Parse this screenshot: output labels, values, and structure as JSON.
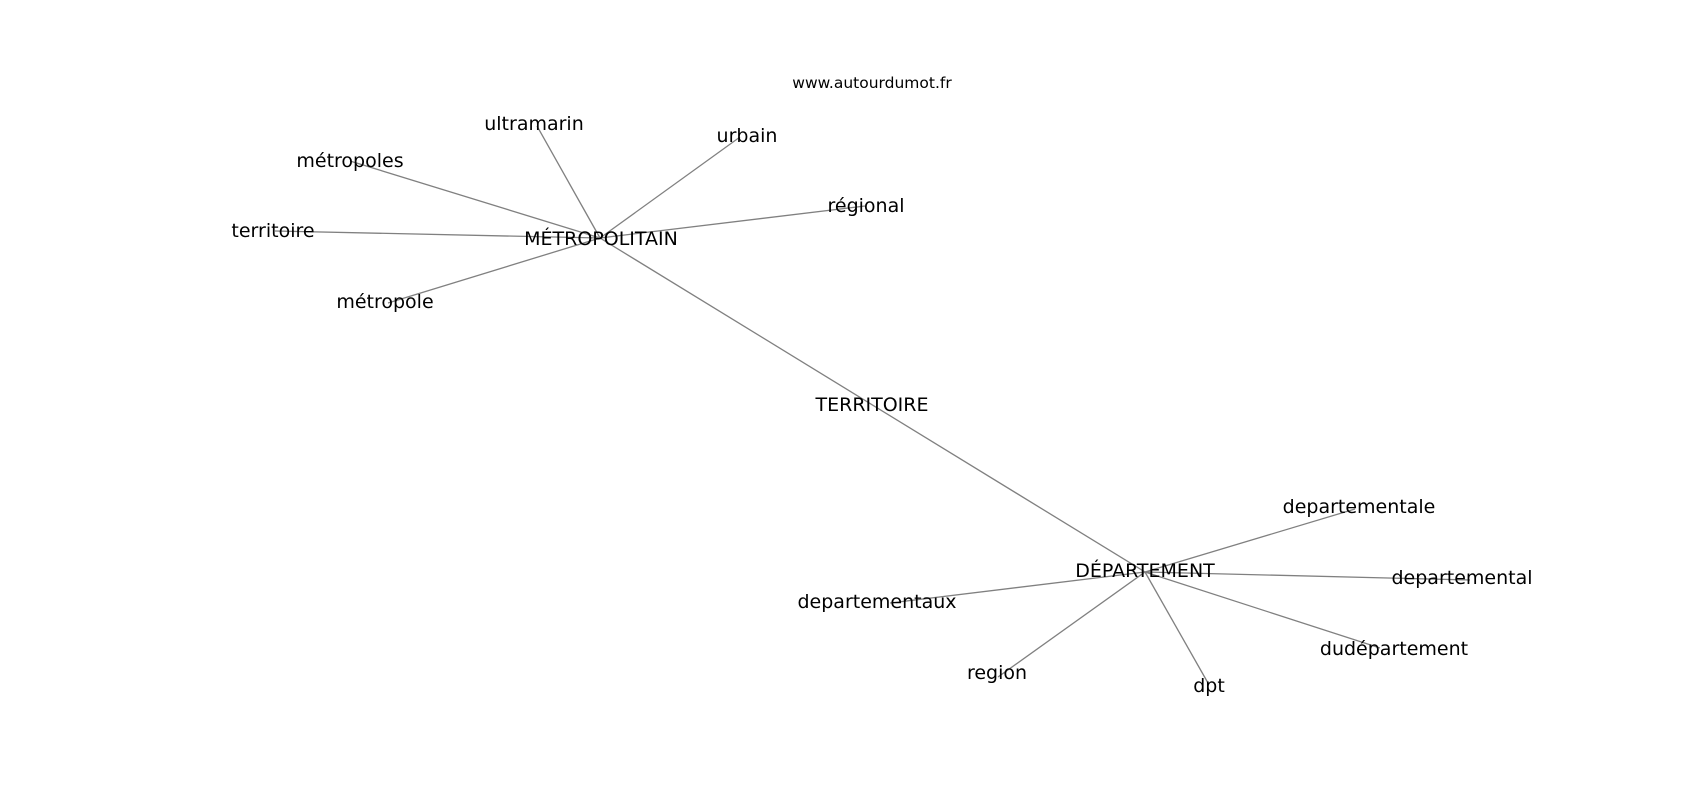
{
  "source_text": "www.autourdumot.fr",
  "graph": {
    "center": "TERRITOIRE",
    "hubs": [
      {
        "label": "MÉTROPOLITAIN",
        "children": [
          "ultramarin",
          "urbain",
          "métropoles",
          "régional",
          "territoire",
          "métropole"
        ]
      },
      {
        "label": "DÉPARTEMENT",
        "children": [
          "departementale",
          "departemental",
          "departementaux",
          "dudépartement",
          "region",
          "dpt"
        ]
      }
    ]
  },
  "colors": {
    "edge": "#808080",
    "text": "#000000",
    "background": "#ffffff"
  }
}
